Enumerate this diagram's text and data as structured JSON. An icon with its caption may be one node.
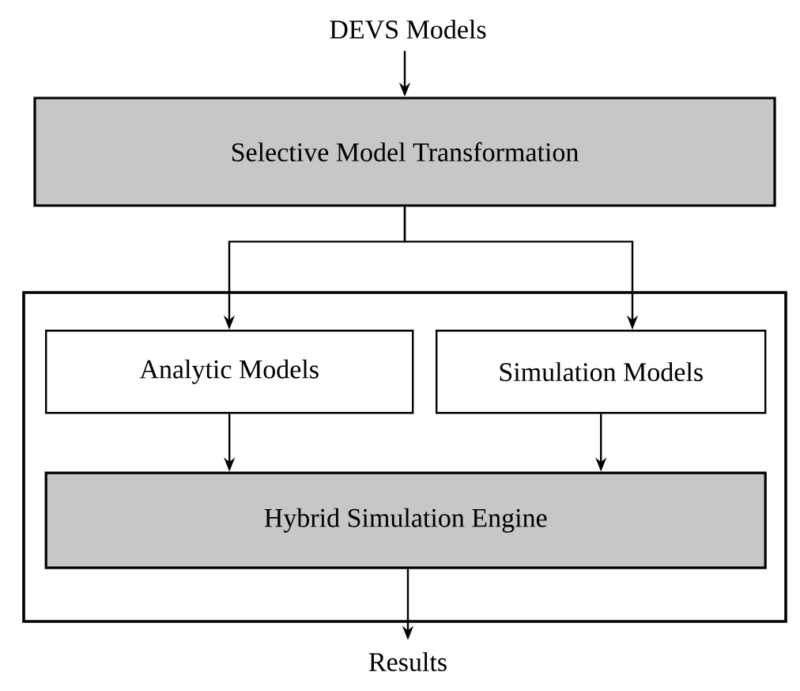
{
  "diagram": {
    "nodes": [
      {
        "text": [
          "DEVS Models"
        ]
      },
      {
        "text": [
          "Selective Model Transformation"
        ]
      },
      {
        "text": [],
        "shape": "box"
      },
      {
        "text": [
          "Analytic Models"
        ],
        "in": 2
      },
      {
        "text": [
          "Simulation Models"
        ],
        "in": 2
      },
      {
        "text": [
          "Hybrid Simulation Engine"
        ],
        "in": 2
      },
      {
        "text": [
          "Results"
        ]
      }
    ],
    "edges": [
      {
        "from": 0,
        "to": 1,
        "arrow": "to"
      },
      {
        "from": 1,
        "to": 3,
        "arrow": "to"
      },
      {
        "from": 1,
        "to": 4,
        "arrow": "to"
      },
      {
        "from": 3,
        "to": 5,
        "arrow": "to"
      },
      {
        "from": 4,
        "to": 5,
        "arrow": "to"
      },
      {
        "from": 5,
        "to": 6,
        "arrow": "to"
      }
    ]
  }
}
